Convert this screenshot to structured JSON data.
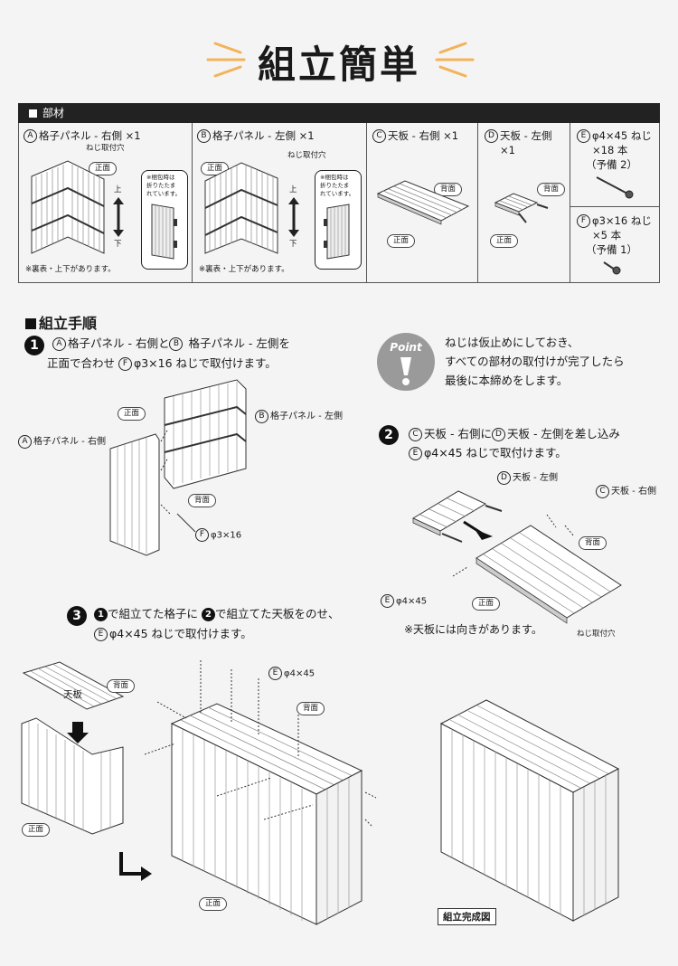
{
  "title": "組立簡単",
  "parts": {
    "heading": "部材",
    "items": [
      {
        "letter": "A",
        "name": "格子パネル - 右側 ×1",
        "screw_hole": "ねじ取付穴",
        "front": "正面",
        "up": "上",
        "down": "下",
        "fold_note": [
          "※梱包時は",
          "折りたたま",
          "れています。"
        ],
        "reverse_note": "※裏表・上下があります。"
      },
      {
        "letter": "B",
        "name": "格子パネル - 左側 ×1",
        "screw_hole": "ねじ取付穴",
        "front": "正面",
        "up": "上",
        "down": "下",
        "fold_note": [
          "※梱包時は",
          "折りたたま",
          "れています。"
        ],
        "reverse_note": "※裏表・上下があります。"
      },
      {
        "letter": "C",
        "name": "天板 - 右側 ×1",
        "back": "背面",
        "front": "正面"
      },
      {
        "letter": "D",
        "name": "天板 - 左側",
        "qty": "×1",
        "back": "背面",
        "front": "正面"
      },
      {
        "letter": "E",
        "name": "φ4×45 ねじ",
        "qty": "×18 本",
        "spare": "（予備 2）"
      },
      {
        "letter": "F",
        "name": "φ3×16 ねじ",
        "qty": "×5 本",
        "spare": "（予備 1）"
      }
    ]
  },
  "assembly": {
    "heading": "組立手順",
    "step1": {
      "num": "1",
      "line1_a": "A",
      "line1_a_text": "格子パネル - 右側と",
      "line1_b": "B",
      "line1_b_text": " 格子パネル - 左側を",
      "line2_pre": "正面で合わせ ",
      "line2_f": "F",
      "line2_text": "φ3×16 ねじで取付けます。",
      "labels": {
        "front": "正面",
        "back": "背面",
        "b_label": "格子パネル - 左側",
        "a_label": "格子パネル - 右側",
        "f_label": "φ3×16"
      }
    },
    "point": {
      "word": "Point",
      "lines": [
        "ねじは仮止めにしておき、",
        "すべての部材の取付けが完了したら",
        "最後に本締めをします。"
      ]
    },
    "step2": {
      "num": "2",
      "line1_c_text": "天板 - 右側に",
      "line1_d_text": "天板 - 左側を差し込み",
      "line2_text": "φ4×45 ねじで取付けます。",
      "labels": {
        "d_label": "天板 - 左側",
        "c_label": "天板 - 右側",
        "back": "背面",
        "front": "正面",
        "e_label": "φ4×45",
        "screw_hole": "ねじ取付穴"
      },
      "note": "※天板には向きがあります。"
    },
    "step3": {
      "num": "3",
      "line1_a_text": "で組立てた格子に",
      "line1_b_text": "で組立てた天板をのせ、",
      "line2_text": "φ4×45 ねじで取付けます。",
      "labels": {
        "top": "天板",
        "back1": "背面",
        "front1": "正面",
        "e_label": "φ4×45",
        "back2": "背面",
        "front2": "正面",
        "complete": "組立完成図"
      }
    }
  },
  "colors": {
    "accent": "#f2b35a",
    "dark": "#111111",
    "gray": "#9a9a9a"
  }
}
